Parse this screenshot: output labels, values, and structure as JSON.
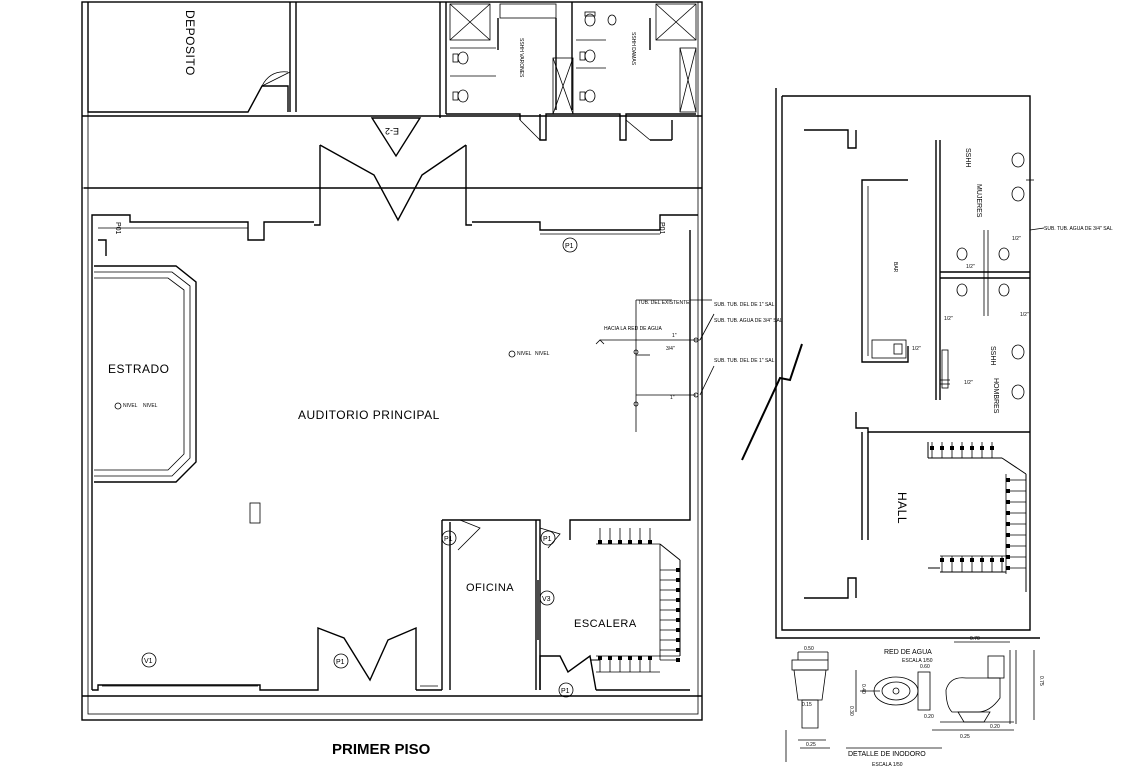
{
  "sheet_title": "PRIMER PISO",
  "rooms": {
    "deposito": "DEPOSITO",
    "sshh_varones": "SSHH VARONES",
    "sshh_damas": "SSHH DAMAS",
    "estrado": "ESTRADO",
    "auditorio": "AUDITORIO PRINCIPAL",
    "oficina": "OFICINA",
    "escalera": "ESCALERA",
    "bar": "BAR",
    "sshh_mujeres_a": "SSHH",
    "sshh_mujeres_b": "MUJERES",
    "sshh_hombres_a": "SSHH",
    "sshh_hombres_b": "HOMBRES",
    "hall": "HALL"
  },
  "tags": {
    "elevation": "E-2",
    "p01_left": "P01",
    "p01_right": "P01",
    "p1_top": "P1",
    "p1_oficina": "P1",
    "p1_escalera": "P1",
    "p1_bottom_mid": "P1",
    "p1_bottom_right": "P1",
    "v1": "V1",
    "v3": "V3"
  },
  "levels": {
    "nivel_1": "NIVEL",
    "nivel_1b": "NIVEL",
    "nivel_2": "NIVEL",
    "nivel_2b": "NIVEL"
  },
  "pipes": {
    "tub_existente": "TUB. DEL EXISTENTE",
    "hacia_red": "HACIA LA RED DE AGUA",
    "sub_1": "SUB. TUB. DEL DE 1\" SAL",
    "sub_2": "SUB. TUB. AGUA DE 3/4\" SAL",
    "sub_3": "SUB. TUB. DEL DE 1\" SAL",
    "d1": "1\"",
    "d34": "3/4\"",
    "d1b": "1\"",
    "sub_r": "SUB. TUB. AGUA DE 3/4\" SAL",
    "r12a": "1/2\"",
    "r12b": "1/2\"",
    "r12c": "1/2\"",
    "r12d": "1/2\"",
    "r12e": "1/2\"",
    "r12f": "1/2\""
  },
  "detail": {
    "title": "DETALLE DE INODORO",
    "scale": "ESCALA 1/50",
    "red": "RED DE AGUA",
    "red_scale": "ESCALA 1/50",
    "dim_050": "0.50",
    "dim_070": "0.70",
    "dim_025a": "0.25",
    "dim_025b": "0.25",
    "dim_020a": "0.20",
    "dim_020b": "0.20",
    "dim_015": "0.15",
    "dim_040": "0.40",
    "dim_030": "0.30",
    "dim_075": "0.75",
    "dim_060": "0.60"
  }
}
